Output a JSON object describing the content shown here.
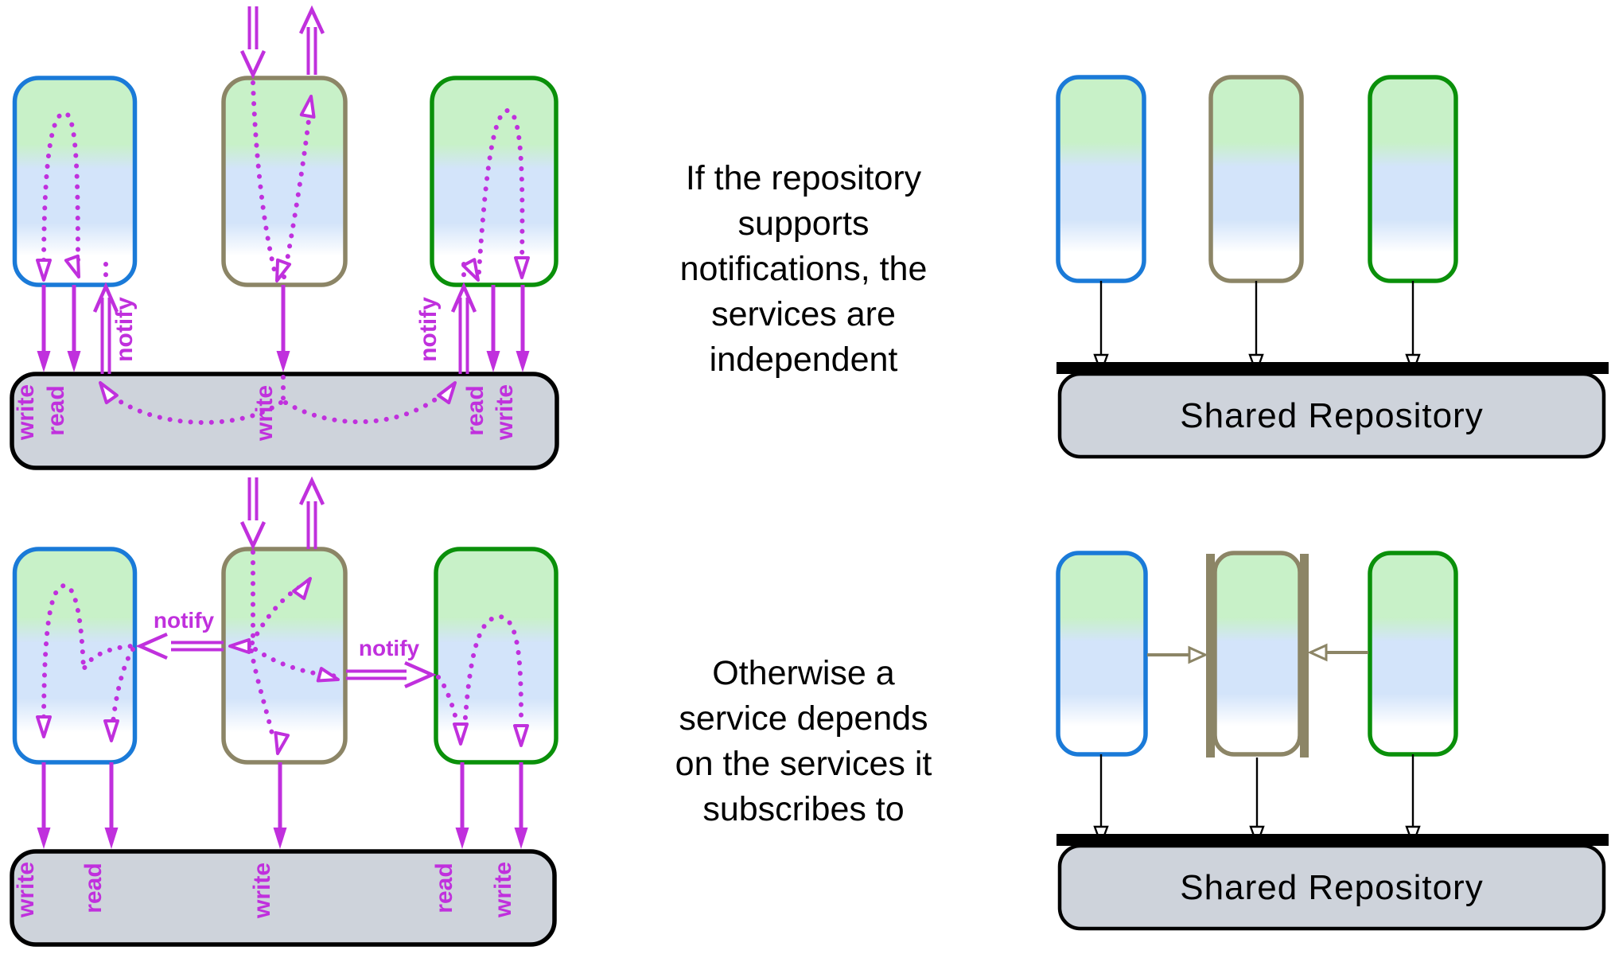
{
  "colors": {
    "magenta": "#c030dd",
    "service_blue": "#1a7ad8",
    "service_tan": "#8c8566",
    "service_green": "#0a900a",
    "repository_fill": "#ced3db",
    "gradient_green": "#c8f1c8",
    "gradient_blue": "#d3e4fa"
  },
  "captions": {
    "top": "If the repository\nsupports\nnotifications, the\nservices are\nindependent",
    "bottom": "Otherwise a\nservice depends\non the services it\nsubscribes to"
  },
  "labels": {
    "write": "write",
    "read": "read",
    "notify": "notify",
    "shared_repository": "Shared Repository"
  }
}
